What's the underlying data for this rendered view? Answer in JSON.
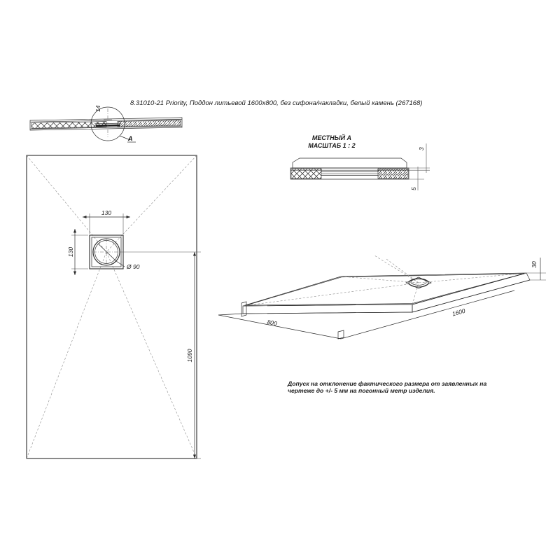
{
  "document": {
    "title": "8.31010-21 Priority, Поддон литьевой 1600x800, без сифона/накладки, белый камень (267168)",
    "note_line_1": "Допуск на отклонение фактического размера от заявленных на",
    "note_line_2": "чертеже до +/- 5 мм на погонный метр изделия."
  },
  "views": {
    "section": {
      "name": "section-view",
      "detail_marker": "A",
      "thickness_dim": "14"
    },
    "detail": {
      "name": "detail-view",
      "heading_line_1": "МЕСТНЫЙ А",
      "heading_line_2": "МАСШТАБ 1 : 2",
      "dim_top": "3",
      "dim_bottom": "5"
    },
    "plan": {
      "name": "plan-view",
      "drain_width": "130",
      "drain_height": "130",
      "drain_diameter": "Ø 90",
      "length_dim": "1090"
    },
    "isometric": {
      "name": "isometric-view",
      "length_dim": "1600",
      "width_dim": "800",
      "height_dim": "30"
    }
  },
  "colors": {
    "line": "#2b2b2b",
    "construction": "#8a8a8a",
    "background": "#ffffff",
    "text": "#1a1a1a"
  }
}
